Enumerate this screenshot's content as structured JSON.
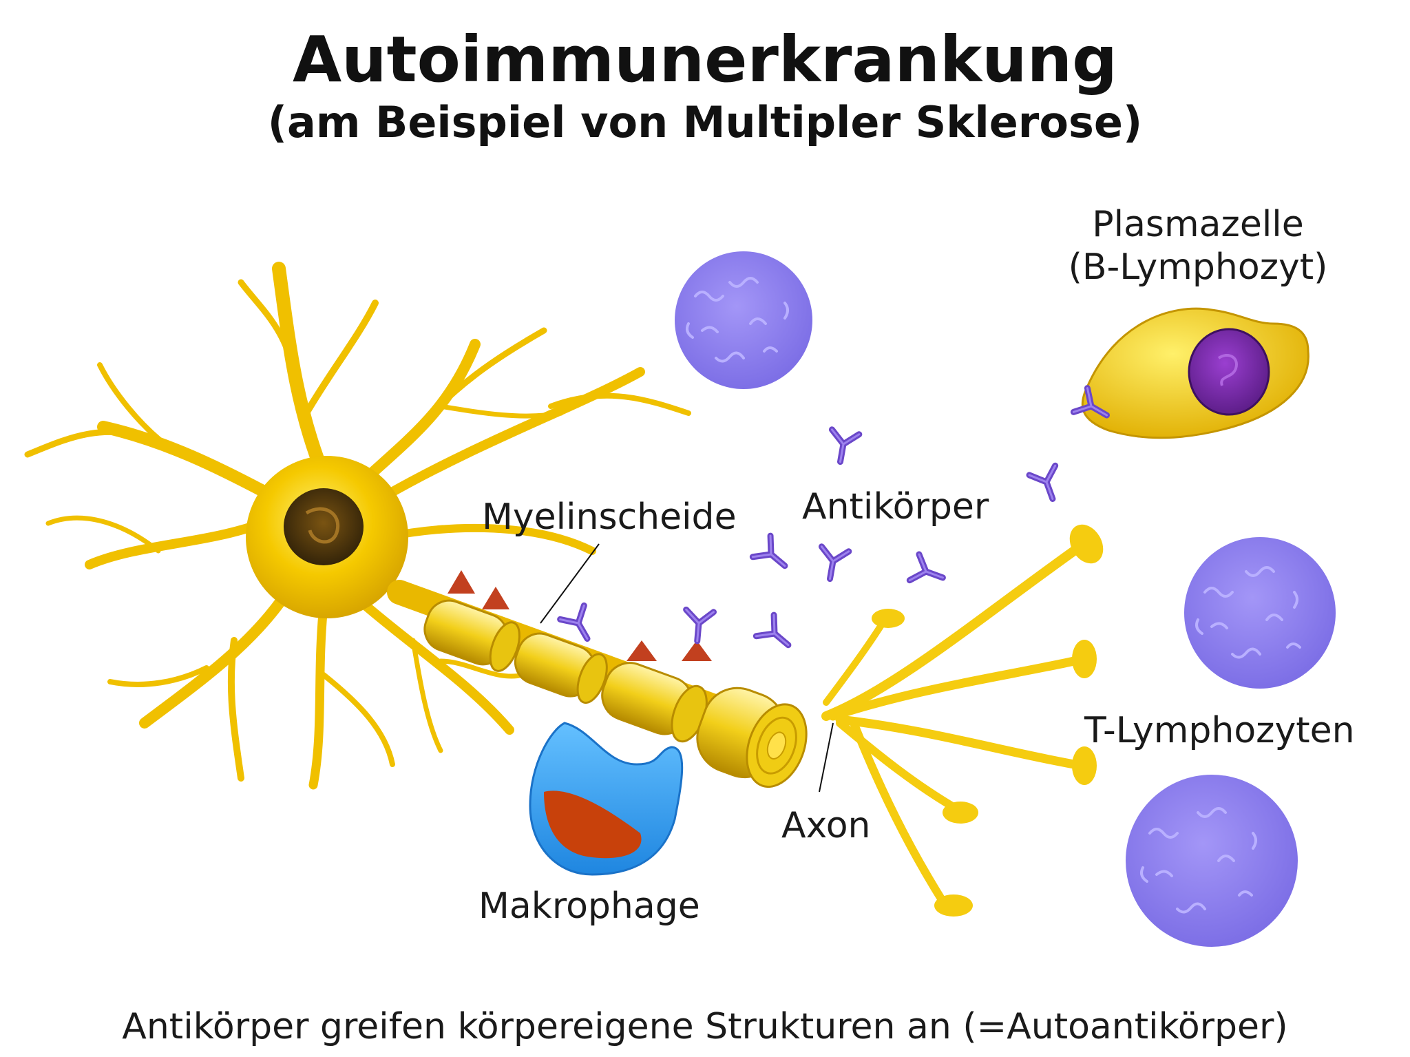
{
  "title": "Autoimmunerkrankung",
  "subtitle": "(am Beispiel von Multipler Sklerose)",
  "labels": {
    "plasma_line1": "Plasmazelle",
    "plasma_line2": "(B-Lymphozyt)",
    "myelin": "Myelinscheide",
    "antibody": "Antikörper",
    "t_cells": "T-Lymphozyten",
    "axon": "Axon",
    "macrophage": "Makrophage"
  },
  "footer": "Antikörper greifen körpereigene Strukturen an (=Autoantikörper)",
  "colors": {
    "neuron": "#f2c200",
    "neuron_dark": "#d9a300",
    "lymphocyte": "#8a7cf0",
    "antibody": "#6a47c9",
    "macrophage": "#2f9bf0",
    "macrophage_nucleus": "#c8410b",
    "plasma_nucleus": "#7a2aa8",
    "attack_marker": "#c2401f"
  }
}
